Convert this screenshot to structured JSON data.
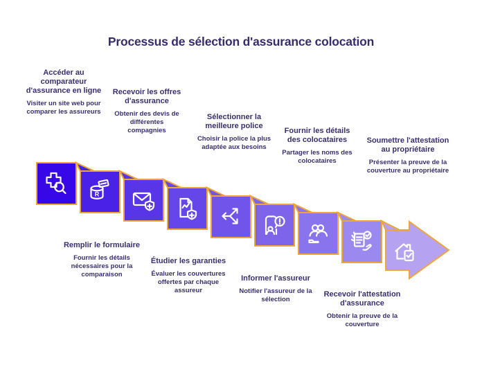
{
  "title": "Processus de sélection d'assurance colocation",
  "colors": {
    "title_text": "#372B69",
    "step_text": "#3B2E6E",
    "background": "#FFFFFF"
  },
  "band": {
    "outline_color": "#F0A53A",
    "icon_color": "#FFFFFF",
    "database_letter": "R",
    "alert_mark": "!",
    "segment_colors": [
      "#3807E8",
      "#4A21E6",
      "#5836E7",
      "#6546E8",
      "#7154EA",
      "#7D64EB",
      "#8A74ED",
      "#9C89EF",
      "#B5A3F1"
    ]
  },
  "steps": [
    {
      "n": 1,
      "placement": "top",
      "icon": "search-plus-icon",
      "title": "Accéder au comparateur d'assurance en ligne",
      "description": "Visiter un site web pour comparer les assureurs"
    },
    {
      "n": 2,
      "placement": "bottom",
      "icon": "form-database-icon",
      "title": "Remplir le formulaire",
      "description": "Fournir les détails nécessaires pour la comparaison"
    },
    {
      "n": 3,
      "placement": "top",
      "icon": "mail-shield-icon",
      "title": "Recevoir les offres d'assurance",
      "description": "Obtenir des devis de différentes compagnies"
    },
    {
      "n": 4,
      "placement": "bottom",
      "icon": "document-shield-icon",
      "title": "Étudier les garanties",
      "description": "Évaluer les couvertures offertes par chaque assureur"
    },
    {
      "n": 5,
      "placement": "top",
      "icon": "choice-arrows-icon",
      "title": "Sélectionner la meilleure police",
      "description": "Choisir la police la plus adaptée aux besoins"
    },
    {
      "n": 6,
      "placement": "bottom",
      "icon": "notify-alert-icon",
      "title": "Informer l'assureur",
      "description": "Notifier l'assureur de la sélection"
    },
    {
      "n": 7,
      "placement": "top",
      "icon": "roommates-icon",
      "title": "Fournir les détails des colocataires",
      "description": "Partager les noms des colocataires"
    },
    {
      "n": 8,
      "placement": "bottom",
      "icon": "certificate-hand-icon",
      "title": "Recevoir l'attestation d'assurance",
      "description": "Obtenir la preuve de la couverture"
    },
    {
      "n": 9,
      "placement": "top",
      "icon": "house-certificate-icon",
      "title": "Soumettre l'attestation au propriétaire",
      "description": "Présenter la preuve de la couverture au propriétaire"
    }
  ]
}
